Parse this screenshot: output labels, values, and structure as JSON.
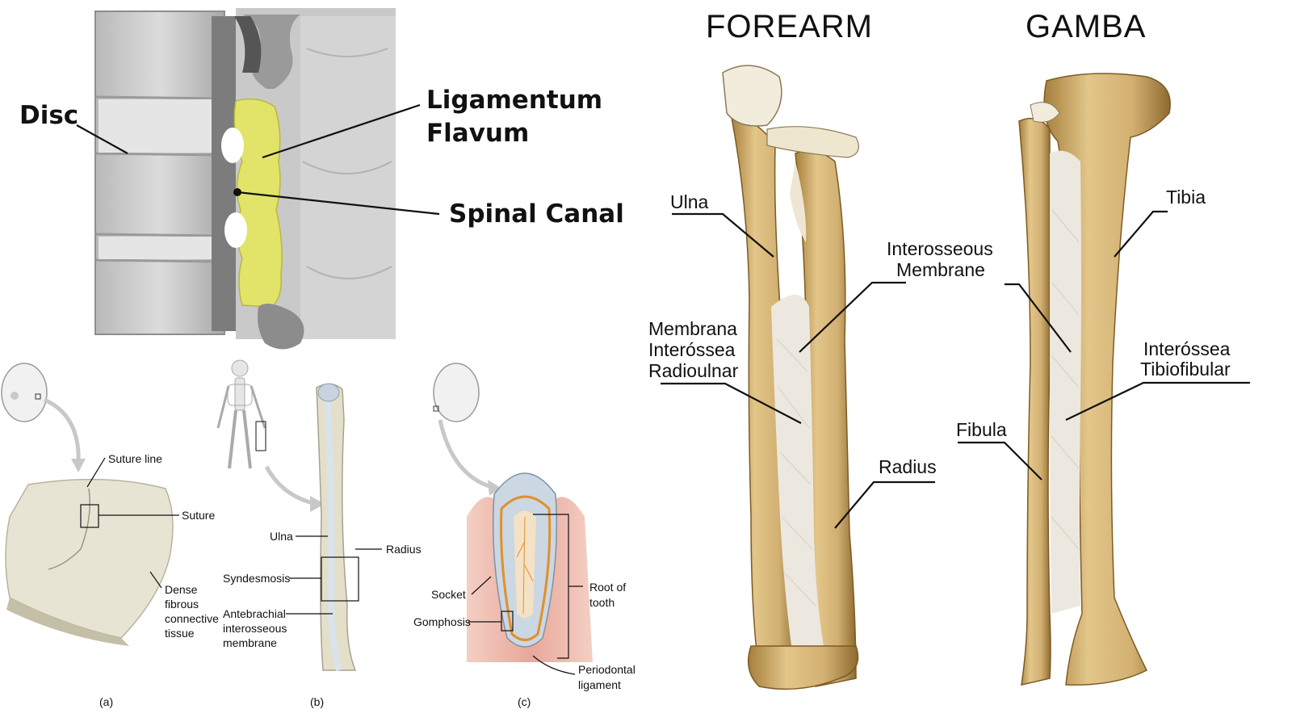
{
  "spine": {
    "disc": "Disc",
    "ligamentum_line1": "Ligamentum",
    "ligamentum_line2": "Flavum",
    "spinal_canal": "Spinal Canal"
  },
  "joints": {
    "suture_line": "Suture line",
    "suture": "Suture",
    "dense_1": "Dense",
    "dense_2": "fibrous",
    "dense_3": "connective",
    "dense_4": "tissue",
    "ulna": "Ulna",
    "radius": "Radius",
    "syndesmosis": "Syndesmosis",
    "antebrachial_1": "Antebrachial",
    "antebrachial_2": "interosseous",
    "antebrachial_3": "membrane",
    "socket": "Socket",
    "gomphosis": "Gomphosis",
    "root_1": "Root of",
    "root_2": "tooth",
    "periodontal_1": "Periodontal",
    "periodontal_2": "ligament",
    "cap_a": "(a)",
    "cap_b": "(b)",
    "cap_c": "(c)"
  },
  "legs": {
    "forearm_title": "FOREARM",
    "gamba_title": "GAMBA",
    "ulna": "Ulna",
    "interosseous_1": "Interosseous",
    "interosseous_2": "Membrane",
    "membrana_1": "Membrana",
    "membrana_2": "Interóssea",
    "membrana_3": "Radioulnar",
    "radius": "Radius",
    "tibia": "Tibia",
    "interossea_1": "Interóssea",
    "interossea_2": "Tibiofibular",
    "fibula": "Fibula"
  },
  "colors": {
    "bone": "#d9b978",
    "bone_shadow": "#a67f3c",
    "ligament_yellow": "#e2e46a",
    "vertebra_grey": "#c8c8c8",
    "membrane": "#ece8df"
  }
}
